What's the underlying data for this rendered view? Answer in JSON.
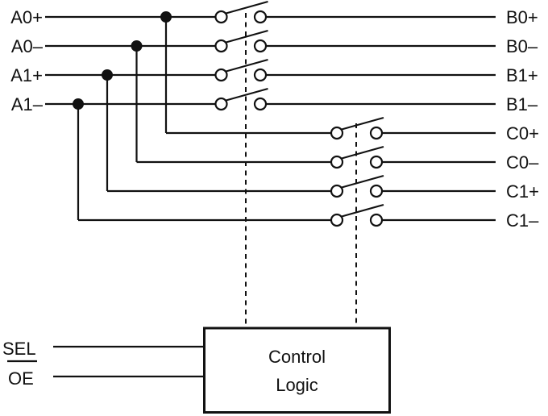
{
  "diagram": {
    "left_labels": [
      "A0+",
      "A0–",
      "A1+",
      "A1–"
    ],
    "right_labels": [
      "B0+",
      "B0–",
      "B1+",
      "B1–",
      "C0+",
      "C0–",
      "C1+",
      "C1–"
    ],
    "control_inputs": [
      {
        "label": "SEL",
        "overline": false
      },
      {
        "label": "OE",
        "overline": true
      }
    ],
    "control_box_label": {
      "line1": "Control",
      "line2": "Logic"
    },
    "colors": {
      "line": "#111111",
      "background": "#ffffff"
    }
  }
}
